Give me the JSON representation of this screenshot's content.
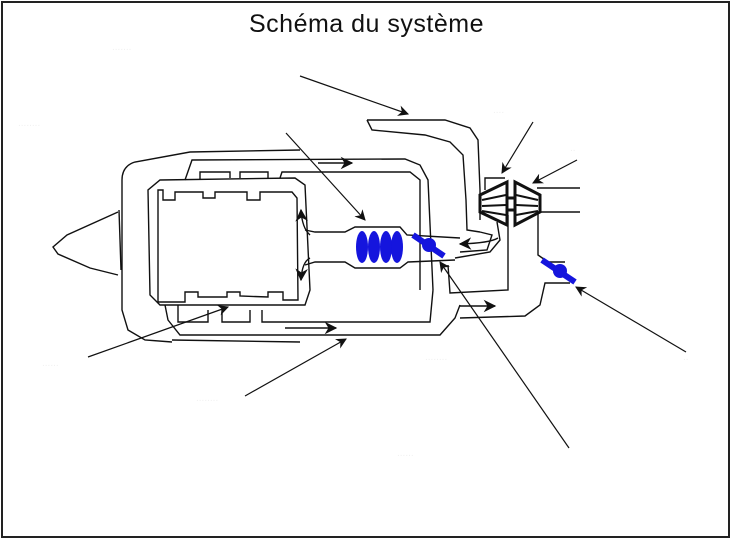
{
  "diagram": {
    "title": "Schéma du système",
    "colors": {
      "line": "#111111",
      "component_accent": "#1010dd",
      "label_text": "#f1f1f1",
      "border": "#222222"
    },
    "labels": [
      {
        "id": "label-top",
        "text": "......."
      },
      {
        "id": "label-left-upper",
        "text": "........"
      },
      {
        "id": "label-turbo-top",
        "text": "...."
      },
      {
        "id": "label-turbo-right",
        "text": ".."
      },
      {
        "id": "label-left-lower",
        "text": "......"
      },
      {
        "id": "label-bottom-left",
        "text": "........"
      },
      {
        "id": "label-bottom-middle",
        "text": "........"
      },
      {
        "id": "label-bottom-center",
        "text": "......"
      },
      {
        "id": "label-right",
        "text": ".."
      }
    ],
    "components": [
      {
        "name": "engine-block",
        "icon": "engine-block"
      },
      {
        "name": "intercooler",
        "icon": "cooler-fins"
      },
      {
        "name": "throttle-valve-1",
        "icon": "butterfly-valve"
      },
      {
        "name": "throttle-valve-2",
        "icon": "butterfly-valve"
      },
      {
        "name": "turbocharger",
        "icon": "turbine"
      },
      {
        "name": "nose-cone",
        "icon": "cone"
      }
    ]
  }
}
